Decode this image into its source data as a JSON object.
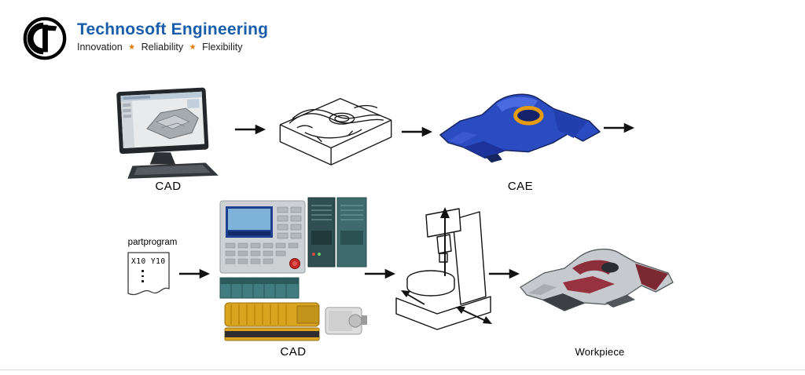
{
  "logo": {
    "company": "Technosoft Engineering",
    "words": [
      "Innovation",
      "Reliability",
      "Flexibility"
    ],
    "star": "★"
  },
  "labels": {
    "cad_top": "CAD",
    "cae": "CAE",
    "partprogram": "partprogram",
    "partprogram_code": "X10 Y10",
    "cad_bottom": "CAD",
    "workpiece": "Workpiece"
  },
  "colors": {
    "brand_blue": "#1a5dab",
    "star_orange": "#e07b00",
    "cae_blue": "#2b4bc0",
    "ring_orange": "#e39b12",
    "workpiece_maroon": "#8c2f3a"
  }
}
